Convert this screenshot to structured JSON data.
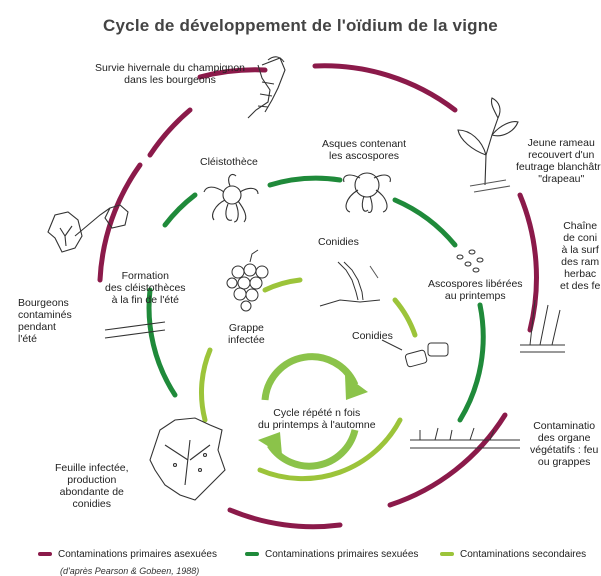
{
  "title": "Cycle de développement de l'oïdium de la vigne",
  "labels": {
    "survie": [
      "Survie hivernale du champignon",
      "dans les bourgeons"
    ],
    "jeune_rameau": [
      "Jeune rameau",
      "recouvert d'un",
      "feutrage blanchâtre",
      "\"drapeau\""
    ],
    "chaine": [
      "Chaîne",
      "de coni",
      "à la surf",
      "des ram",
      "herbac",
      "et des fe"
    ],
    "cleistotheque": [
      "Cléistothèce"
    ],
    "asques": [
      "Asques contenant",
      "les ascospores"
    ],
    "bourgeons": [
      "Bourgeons",
      "contaminés",
      "pendant",
      "l'été"
    ],
    "formation": [
      "Formation",
      "des cléistothèces",
      "à la fin de l'été"
    ],
    "conidies1": [
      "Conidies"
    ],
    "conidies2": [
      "Conidies"
    ],
    "ascospores": [
      "Ascospores libérées",
      "au printemps"
    ],
    "grappe": [
      "Grappe",
      "infectée"
    ],
    "cycle": [
      "Cycle répété n fois",
      "du printemps à l'automne"
    ],
    "contamination": [
      "Contaminatio",
      "des organe",
      "végétatifs : feu",
      "ou grappes"
    ],
    "feuille": [
      "Feuille infectée,",
      "production",
      "abondante de",
      "conidies"
    ]
  },
  "legend": [
    {
      "label": "Contaminations primaires asexuées",
      "color": "#8b1a4a"
    },
    {
      "label": "Contaminations primaires sexuées",
      "color": "#1f8a3a"
    },
    {
      "label": "Contaminations secondaires",
      "color": "#9cc43a"
    }
  ],
  "credit": "(d'après Pearson & Gobeen, 1988)",
  "icons": [
    "bud-drawing",
    "shoot-drawing",
    "leaf-drawing",
    "cleistothecium-drawing",
    "ascus-drawing",
    "grape-drawing",
    "conidia-drawing",
    "spores-drawing",
    "infected-leaf-drawing",
    "surface-drawing",
    "cycle-arrows-icon"
  ]
}
